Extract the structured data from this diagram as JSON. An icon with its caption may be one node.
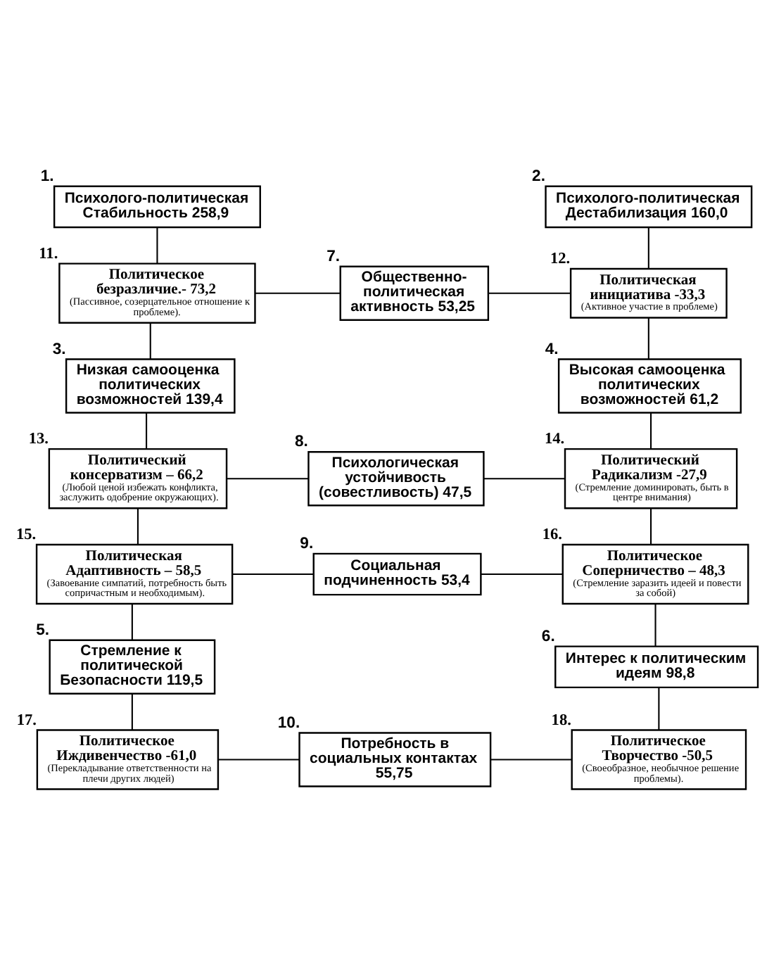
{
  "diagram": {
    "nodes": [
      {
        "text": [
          "Психолого-политическая Стабильность 258,9"
        ],
        "beside": [
          "1."
        ]
      },
      {
        "text": [
          "Психолого-политическая Дестабилизация 160,0"
        ],
        "beside": [
          "2."
        ]
      },
      {
        "text": [
          "Политическое безразличие.- 73,2",
          "(Пассивное, созерцательное отношение к проблеме)."
        ],
        "beside": [
          "11."
        ]
      },
      {
        "text": [
          "Общественно-политическая активность 53,25"
        ],
        "beside": [
          "7."
        ]
      },
      {
        "text": [
          "Политическая инициатива -33,3",
          "(Активное участие в проблеме)"
        ],
        "beside": [
          "12."
        ]
      },
      {
        "text": [
          "Низкая самооценка политических возможностей 139,4"
        ],
        "beside": [
          "3."
        ]
      },
      {
        "text": [
          "Высокая самооценка политических возможностей 61,2"
        ],
        "beside": [
          "4."
        ]
      },
      {
        "text": [
          "Политический консерватизм – 66,2",
          "(Любой ценой избежать конфликта, заслужить одобрение окружающих)."
        ],
        "beside": [
          "13."
        ]
      },
      {
        "text": [
          "Психологическая устойчивость (совестливость) 47,5"
        ],
        "beside": [
          "8."
        ]
      },
      {
        "text": [
          "Политический Радикализм -27,9",
          "(Стремление доминировать, быть в центре внимания)"
        ],
        "beside": [
          "14."
        ]
      },
      {
        "text": [
          "Политическая Адаптивность – 58,5",
          "(Завоевание симпатий, потребность быть сопричастным и необходимым)."
        ],
        "beside": [
          "15."
        ]
      },
      {
        "text": [
          "Социальная подчиненность 53,4"
        ],
        "beside": [
          "9."
        ]
      },
      {
        "text": [
          "Политическое Соперничество – 48,3",
          "(Стремление заразить идеей и повести за собой)"
        ],
        "beside": [
          "16."
        ]
      },
      {
        "text": [
          "Стремление к политической Безопасности 119,5"
        ],
        "beside": [
          "5."
        ]
      },
      {
        "text": [
          "Интерес к политическим идеям 98,8"
        ],
        "beside": [
          "6."
        ]
      },
      {
        "text": [
          "Политическое Иждивенчество -61,0",
          "(Перекладывание ответственности на плечи других людей)"
        ],
        "beside": [
          "17."
        ]
      },
      {
        "text": [
          "Потребность в социальных контактах 55,75"
        ],
        "beside": [
          "10."
        ]
      },
      {
        "text": [
          "Политическое Творчество -50,5",
          "(Своеобразное, необычное решение проблемы)."
        ],
        "beside": [
          "18."
        ]
      }
    ],
    "edges": [
      {
        "from": 0,
        "to": 2,
        "arrow": "none"
      },
      {
        "from": 1,
        "to": 4,
        "arrow": "none"
      },
      {
        "from": 2,
        "to": 3,
        "arrow": "none"
      },
      {
        "from": 3,
        "to": 4,
        "arrow": "none"
      },
      {
        "from": 2,
        "to": 5,
        "arrow": "none"
      },
      {
        "from": 4,
        "to": 6,
        "arrow": "none"
      },
      {
        "from": 5,
        "to": 7,
        "arrow": "none"
      },
      {
        "from": 6,
        "to": 9,
        "arrow": "none"
      },
      {
        "from": 7,
        "to": 8,
        "arrow": "none"
      },
      {
        "from": 8,
        "to": 9,
        "arrow": "none"
      },
      {
        "from": 7,
        "to": 10,
        "arrow": "none"
      },
      {
        "from": 9,
        "to": 12,
        "arrow": "none"
      },
      {
        "from": 10,
        "to": 11,
        "arrow": "none"
      },
      {
        "from": 11,
        "to": 12,
        "arrow": "none"
      },
      {
        "from": 10,
        "to": 13,
        "arrow": "none"
      },
      {
        "from": 12,
        "to": 14,
        "arrow": "none"
      },
      {
        "from": 13,
        "to": 15,
        "arrow": "none"
      },
      {
        "from": 14,
        "to": 17,
        "arrow": "none"
      },
      {
        "from": 15,
        "to": 16,
        "arrow": "none"
      },
      {
        "from": 16,
        "to": 17,
        "arrow": "none"
      }
    ]
  }
}
